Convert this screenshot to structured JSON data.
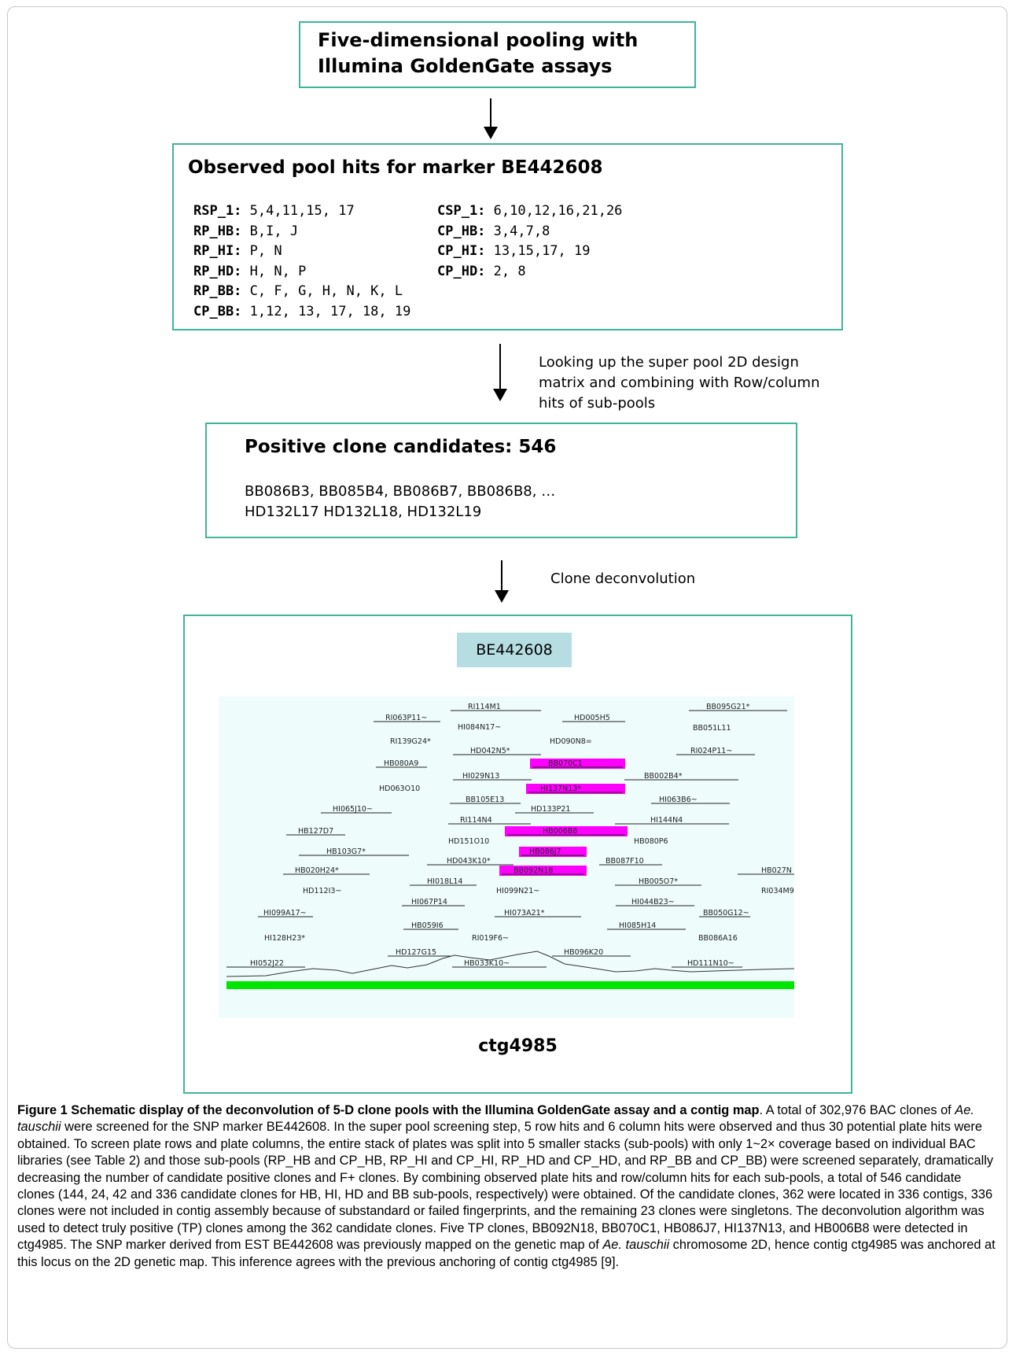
{
  "flow": {
    "title": "Five-dimensional pooling with Illumina GoldenGate assays",
    "hits_title": "Observed pool hits for  marker BE442608",
    "hit_rows": [
      [
        {
          "key": "RSP_1:",
          "val": " 5,4,11,15, 17"
        },
        {
          "key": "CSP_1:",
          "val": " 6,10,12,16,21,26"
        }
      ],
      [
        {
          "key": "RP_HB:",
          "val": " B,I, J"
        },
        {
          "key": "CP_HB:",
          "val": " 3,4,7,8"
        }
      ],
      [
        {
          "key": "RP_HI:",
          "val": " P, N"
        },
        {
          "key": "CP_HI:",
          "val": " 13,15,17, 19"
        }
      ],
      [
        {
          "key": "RP_HD:",
          "val": " H, N, P"
        },
        {
          "key": "CP_HD:",
          "val": " 2, 8"
        }
      ],
      [
        {
          "key": "RP_BB:",
          "val": " C, F, G, H, N, K, L"
        },
        {
          "key": "",
          "val": ""
        }
      ],
      [
        {
          "key": "CP_BB:",
          "val": " 1,12, 13, 17, 18, 19"
        },
        {
          "key": "",
          "val": ""
        }
      ]
    ],
    "step2_note": "Looking up the super pool 2D design matrix and combining with Row/column hits of sub-pools",
    "candidates_title": "Positive clone candidates:  546",
    "candidates_line1": "BB086B3, BB085B4, BB086B7, BB086B8, …",
    "candidates_line2": "HD132L17 HD132L18, HD132L19",
    "step3_note": "Clone deconvolution",
    "marker": "BE442608",
    "contig": "ctg4985"
  },
  "contig_map": {
    "background_color": "#eefcfc",
    "highlight_color": "#ff00ff",
    "baseline_color": "#00e600",
    "clones": [
      {
        "label": "RI114M1"
      },
      {
        "label": "BB095G21*"
      },
      {
        "label": "RI063P11~"
      },
      {
        "label": "HD005H5"
      },
      {
        "label": "HI084N17~"
      },
      {
        "label": "BB051L11"
      },
      {
        "label": "RI139G24*"
      },
      {
        "label": "HD090N8="
      },
      {
        "label": "HD042N5*"
      },
      {
        "label": "RI024P11~"
      },
      {
        "label": "HB080A9"
      },
      {
        "label": "BB070C1",
        "highlight": true
      },
      {
        "label": "HI029N13"
      },
      {
        "label": "BB002B4*"
      },
      {
        "label": "HD063O10"
      },
      {
        "label": "HI137N13*",
        "highlight": true
      },
      {
        "label": "BB105E13"
      },
      {
        "label": "HI063B6~"
      },
      {
        "label": "HI065J10~"
      },
      {
        "label": "HD133P21"
      },
      {
        "label": "RI114N4"
      },
      {
        "label": "HI144N4"
      },
      {
        "label": "HB006B8",
        "highlight": true
      },
      {
        "label": "HB127D7"
      },
      {
        "label": "HD151O10"
      },
      {
        "label": "HB080P6"
      },
      {
        "label": "HB103G7*"
      },
      {
        "label": "HB086J7",
        "highlight": true
      },
      {
        "label": "HD043K10*"
      },
      {
        "label": "BB087F10"
      },
      {
        "label": "HB020H24*"
      },
      {
        "label": "BB092N18",
        "highlight": true
      },
      {
        "label": "HB027N"
      },
      {
        "label": "HI018L14"
      },
      {
        "label": "HB005O7*"
      },
      {
        "label": "HD112I3~"
      },
      {
        "label": "HI099N21~"
      },
      {
        "label": "RI034M9"
      },
      {
        "label": "HI067P14"
      },
      {
        "label": "HI044B23~"
      },
      {
        "label": "HI099A17~"
      },
      {
        "label": "HI073A21*"
      },
      {
        "label": "BB050G12~"
      },
      {
        "label": "HB059I6"
      },
      {
        "label": "HI085H14"
      },
      {
        "label": "HI128H23*"
      },
      {
        "label": "RI019F6~"
      },
      {
        "label": "BB086A16"
      },
      {
        "label": "HD127G15"
      },
      {
        "label": "HB096K20"
      },
      {
        "label": "HI052J22"
      },
      {
        "label": "HB033K10~"
      },
      {
        "label": "HD111N10~"
      }
    ]
  },
  "caption": {
    "lead": "Figure 1 Schematic display of the deconvolution of 5-D clone pools with the Illumina GoldenGate assay and a contig map",
    "p1": ". A total of 302,976 BAC clones of ",
    "species1": "Ae. tauschii",
    "p2": " were screened for the SNP marker BE442608. In the super pool screening step, 5 row hits and 6 column hits were observed and thus 30 potential plate hits were obtained. To screen plate rows and plate columns, the entire stack of plates was split into 5 smaller stacks (sub-pools) with only 1~2× coverage based on individual BAC libraries (see Table 2) and those sub-pools (RP_HB and CP_HB, RP_HI and CP_HI, RP_HD and CP_HD, and RP_BB and CP_BB) were screened separately, dramatically decreasing the number of candidate positive clones and F+ clones. By combining observed plate hits and row/column hits for each sub-pools, a total of 546 candidate clones (144, 24, 42 and 336 candidate clones for HB, HI, HD and BB sub-pools, respectively) were obtained. Of the candidate clones, 362 were located in 336 contigs, 336 clones were not included in contig assembly because of substandard or failed fingerprints, and the remaining 23 clones were singletons. The deconvolution algorithm was used to detect truly positive (TP) clones among the 362 candidate clones. Five TP clones, BB092N18, BB070C1, HB086J7, HI137N13, and HB006B8 were detected in ctg4985. The SNP marker derived from EST BE442608 was previously mapped on the genetic map of ",
    "species2": "Ae. tauschii",
    "p3": " chromosome 2D, hence contig ctg4985 was anchored at this locus on the 2D genetic map. This inference agrees with the previous anchoring of contig ctg4985 [9]."
  }
}
